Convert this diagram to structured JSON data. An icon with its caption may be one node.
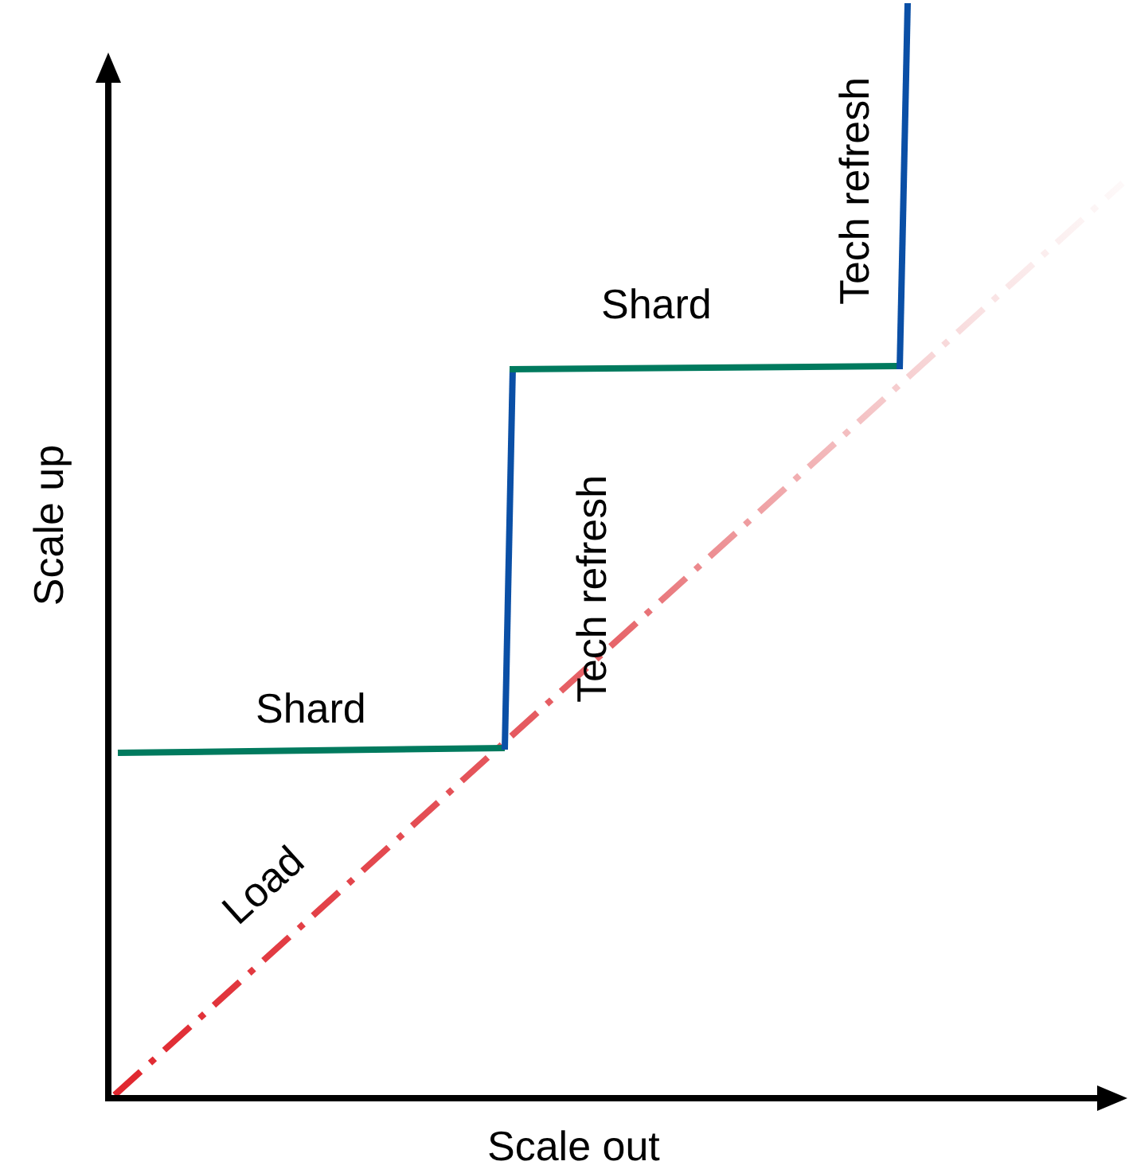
{
  "diagram": {
    "labels": [
      "Tech refresh",
      "Shard",
      "Tech refresh",
      "Shard",
      "Load",
      "Scale up",
      "Scale out"
    ]
  }
}
